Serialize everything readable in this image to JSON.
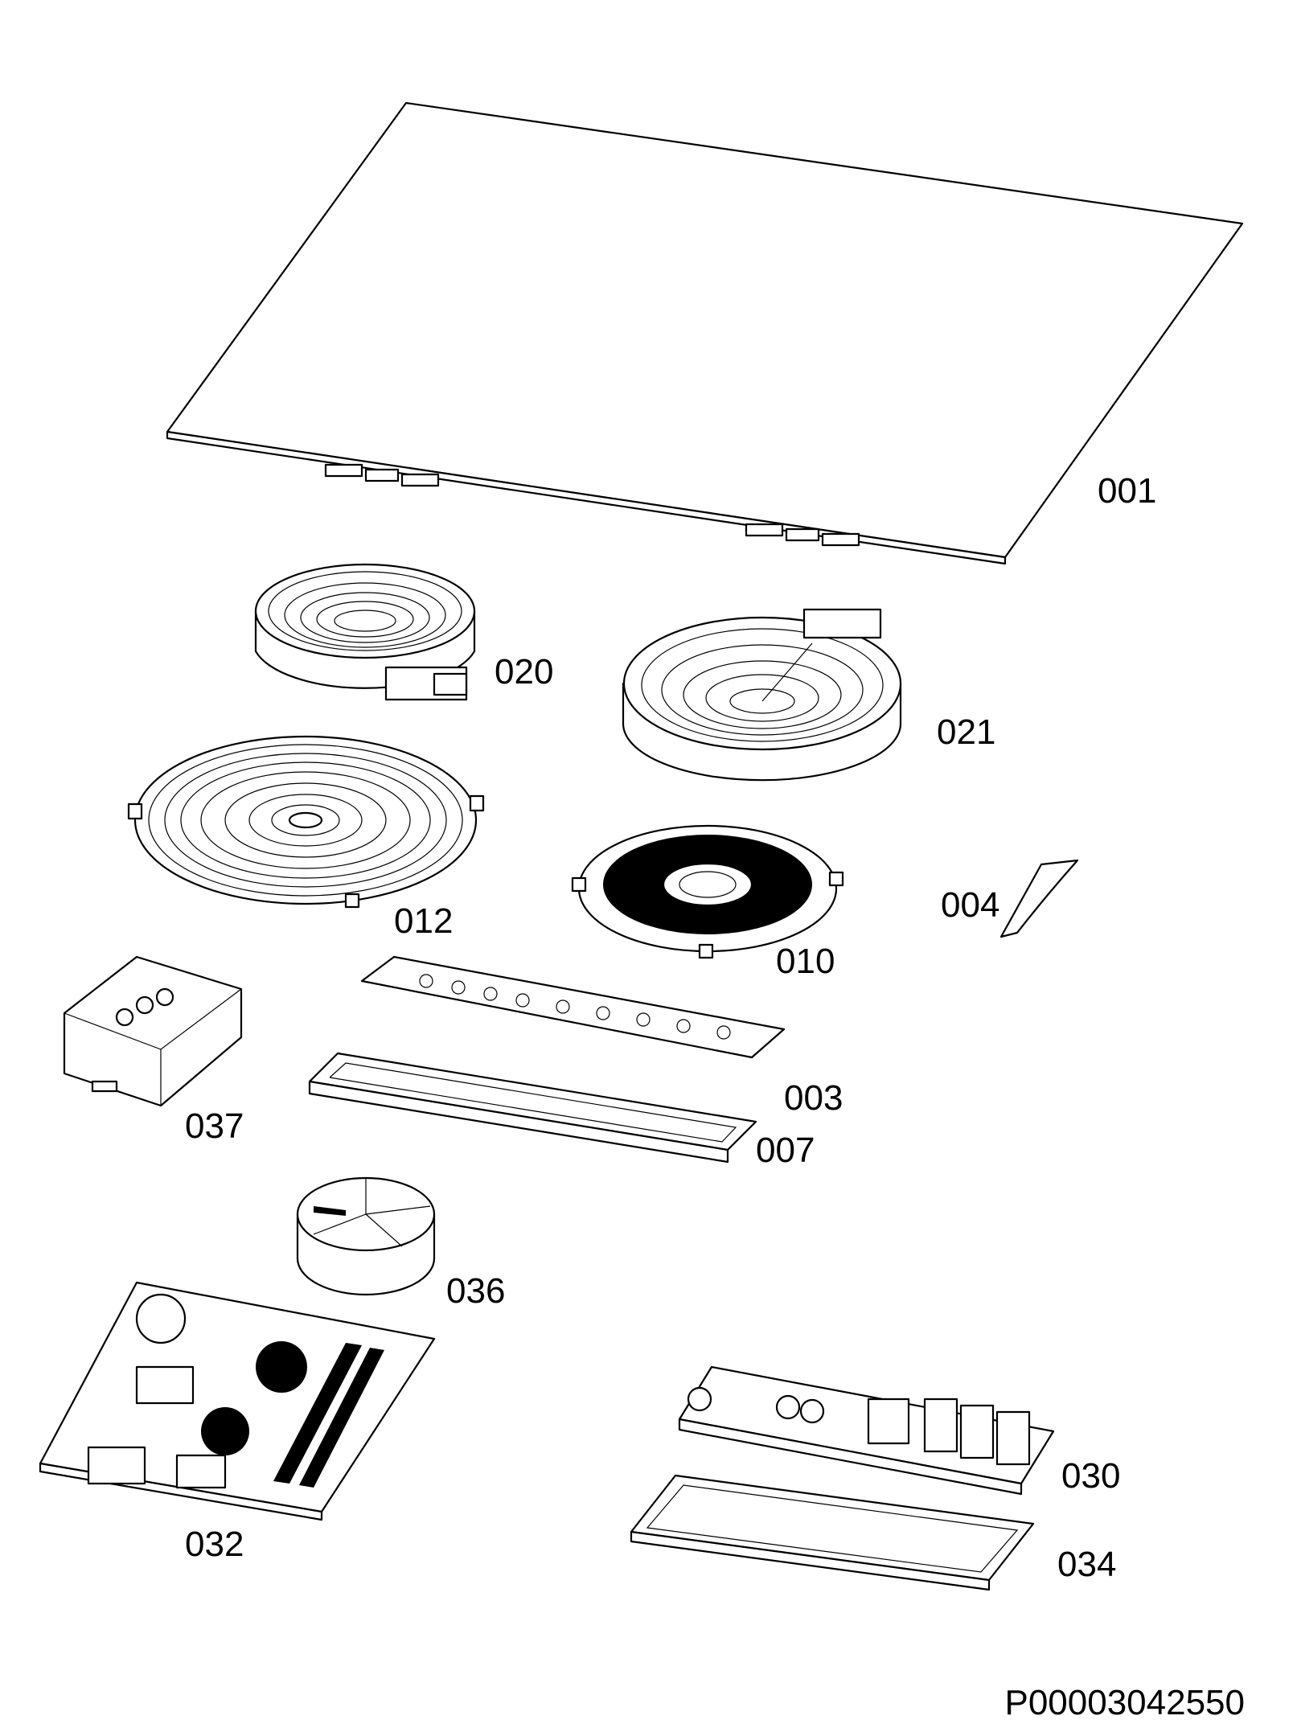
{
  "diagram": {
    "document_id": "P00003042550",
    "parts": [
      {
        "id": "001",
        "label": "001",
        "icon": "glass-ceramic-top-plate"
      },
      {
        "id": "020",
        "label": "020",
        "icon": "dual-radiant-heater-small"
      },
      {
        "id": "021",
        "label": "021",
        "icon": "dual-radiant-heater-large"
      },
      {
        "id": "012",
        "label": "012",
        "icon": "induction-coil-large"
      },
      {
        "id": "010",
        "label": "010",
        "icon": "induction-coil-small"
      },
      {
        "id": "004",
        "label": "004",
        "icon": "ribbon-cable"
      },
      {
        "id": "037",
        "label": "037",
        "icon": "terminal-block-housing"
      },
      {
        "id": "003",
        "label": "003",
        "icon": "touch-control-board"
      },
      {
        "id": "007",
        "label": "007",
        "icon": "control-board-frame"
      },
      {
        "id": "036",
        "label": "036",
        "icon": "cooling-fan"
      },
      {
        "id": "032",
        "label": "032",
        "icon": "power-board"
      },
      {
        "id": "030",
        "label": "030",
        "icon": "relay-board"
      },
      {
        "id": "034",
        "label": "034",
        "icon": "relay-board-tray"
      }
    ]
  }
}
